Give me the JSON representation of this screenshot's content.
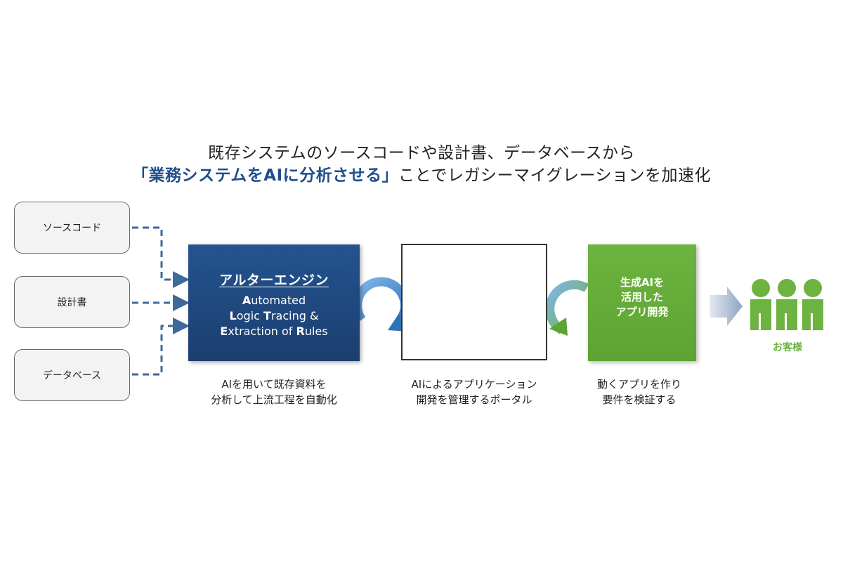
{
  "headline": {
    "line1": "既存システムのソースコードや設計書、データベースから",
    "line2_accent": "「業務システムをAIに分析させる」",
    "line2_rest": "ことでレガシーマイグレーションを加速化"
  },
  "sources": [
    "ソースコード",
    "設計書",
    "データベース"
  ],
  "engine": {
    "title": "アルターエンジン",
    "sub": [
      {
        "bold": "A",
        "rest": "utomated"
      },
      {
        "bold": "L",
        "rest": "ogic ",
        "bold2": "T",
        "rest2": "racing &"
      },
      {
        "bold": "E",
        "rest": "xtraction of ",
        "bold2": "R",
        "rest2": "ules"
      }
    ]
  },
  "genai": {
    "lines": [
      "生成AIを",
      "活用した",
      "アプリ開発"
    ]
  },
  "captions": {
    "engine": [
      "AIを用いて既存資料を",
      "分析して上流工程を自動化"
    ],
    "portal": [
      "AIによるアプリケーション",
      "開発を管理するポータル"
    ],
    "genai": [
      "動くアプリを作り",
      "要件を検証する"
    ]
  },
  "customer": {
    "label": "お客様"
  },
  "colors": {
    "navy": "#1f4e8c",
    "green": "#6db33f",
    "cycle_blue": "#4a8fd0",
    "dash": "#3d6a9a"
  }
}
